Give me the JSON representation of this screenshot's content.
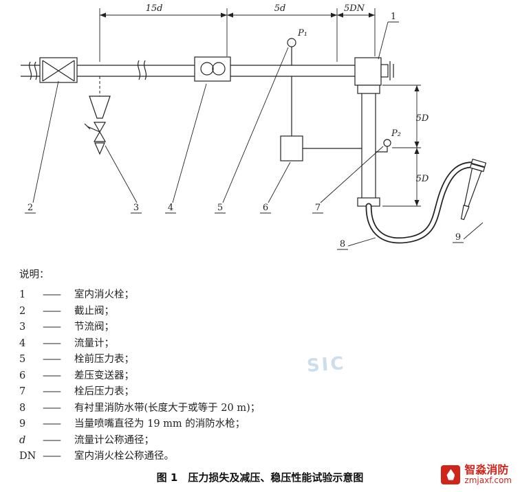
{
  "diagram": {
    "dims": {
      "d15": "15d",
      "d5": "5d",
      "d5dn": "5DN",
      "d5d_upper": "5D",
      "d5d_lower": "5D"
    },
    "gauges": {
      "p1": "P₁",
      "p2": "P₂"
    },
    "callouts": {
      "n1": "1",
      "n2": "2",
      "n3": "3",
      "n4": "4",
      "n5": "5",
      "n6": "6",
      "n7": "7",
      "n8": "8",
      "n9": "9"
    }
  },
  "legend": {
    "title": "说明：",
    "separator": "——",
    "items": [
      {
        "key": "1",
        "text": "室内消火栓；"
      },
      {
        "key": "2",
        "text": "截止阀；"
      },
      {
        "key": "3",
        "text": "节流阀；"
      },
      {
        "key": "4",
        "text": "流量计；"
      },
      {
        "key": "5",
        "text": "栓前压力表；"
      },
      {
        "key": "6",
        "text": "差压变送器；"
      },
      {
        "key": "7",
        "text": "栓后压力表；"
      },
      {
        "key": "8",
        "text": "有衬里消防水带(长度大于或等于 20 m)；"
      },
      {
        "key": "9",
        "text": "当量喷嘴直径为 19 mm 的消防水枪；"
      },
      {
        "key": "d",
        "text": "流量计公称通径；"
      },
      {
        "key": "DN",
        "text": "室内消火栓公称通径。"
      }
    ]
  },
  "caption": "图 1　压力损失及减压、稳压性能试验示意图",
  "watermarks": {
    "center": "SIC",
    "brand_name": "智淼消防",
    "brand_url": "zmjaxf.com"
  }
}
